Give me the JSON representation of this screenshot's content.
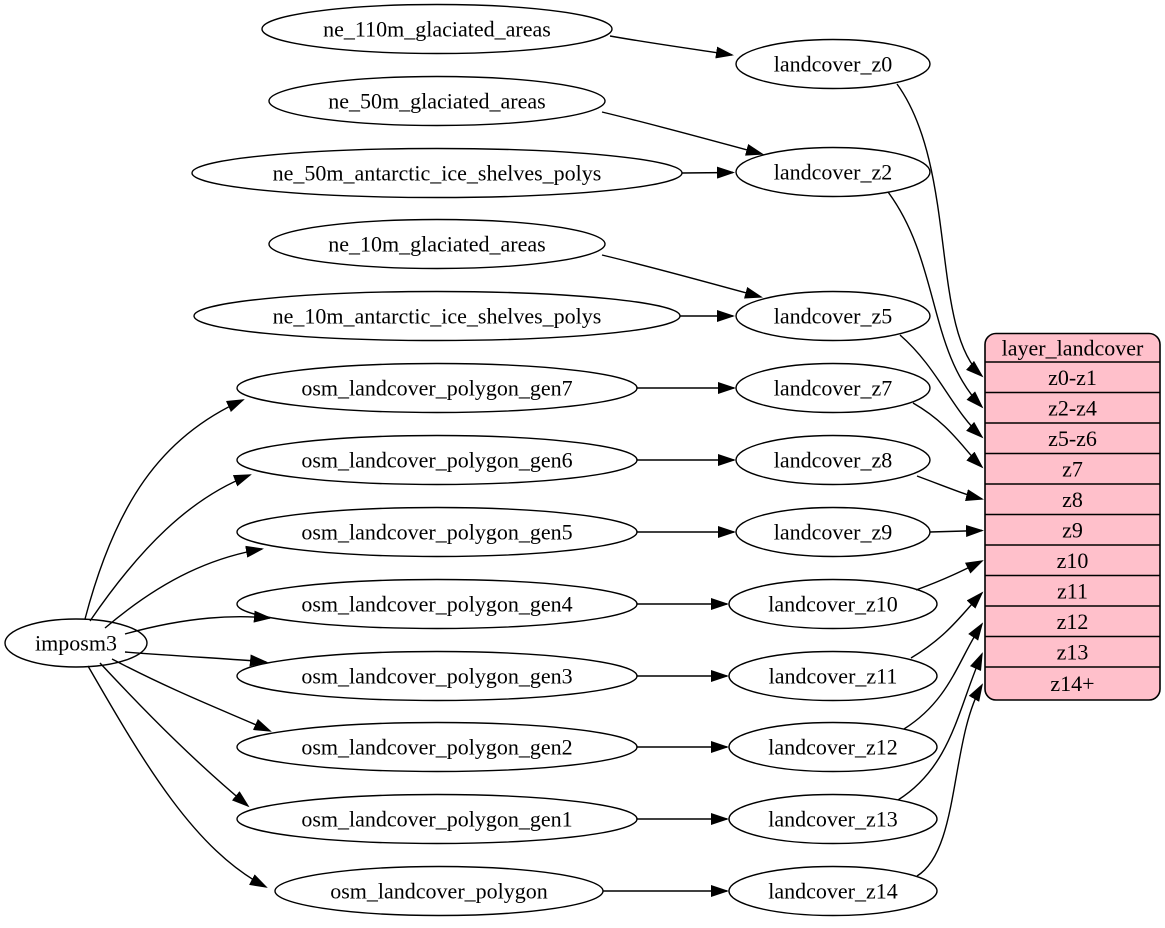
{
  "colors": {
    "background": "#ffffff",
    "node_fill": "#ffffff",
    "edge_stroke": "#000000",
    "table_fill": "#ffc0cb"
  },
  "nodes": {
    "tool": "imposm3",
    "sources": [
      "ne_110m_glaciated_areas",
      "ne_50m_glaciated_areas",
      "ne_50m_antarctic_ice_shelves_polys",
      "ne_10m_glaciated_areas",
      "ne_10m_antarctic_ice_shelves_polys",
      "osm_landcover_polygon_gen7",
      "osm_landcover_polygon_gen6",
      "osm_landcover_polygon_gen5",
      "osm_landcover_polygon_gen4",
      "osm_landcover_polygon_gen3",
      "osm_landcover_polygon_gen2",
      "osm_landcover_polygon_gen1",
      "osm_landcover_polygon"
    ],
    "intermediates": [
      "landcover_z0",
      "landcover_z2",
      "landcover_z5",
      "landcover_z7",
      "landcover_z8",
      "landcover_z9",
      "landcover_z10",
      "landcover_z11",
      "landcover_z12",
      "landcover_z13",
      "landcover_z14"
    ],
    "table": {
      "title": "layer_landcover",
      "rows": [
        "z0-z1",
        "z2-z4",
        "z5-z6",
        "z7",
        "z8",
        "z9",
        "z10",
        "z11",
        "z12",
        "z13",
        "z14+"
      ]
    }
  },
  "edges": [
    [
      "ne_110m_glaciated_areas",
      "landcover_z0"
    ],
    [
      "ne_50m_glaciated_areas",
      "landcover_z2"
    ],
    [
      "ne_50m_antarctic_ice_shelves_polys",
      "landcover_z2"
    ],
    [
      "ne_10m_glaciated_areas",
      "landcover_z5"
    ],
    [
      "ne_10m_antarctic_ice_shelves_polys",
      "landcover_z5"
    ],
    [
      "imposm3",
      "osm_landcover_polygon_gen7"
    ],
    [
      "imposm3",
      "osm_landcover_polygon_gen6"
    ],
    [
      "imposm3",
      "osm_landcover_polygon_gen5"
    ],
    [
      "imposm3",
      "osm_landcover_polygon_gen4"
    ],
    [
      "imposm3",
      "osm_landcover_polygon_gen3"
    ],
    [
      "imposm3",
      "osm_landcover_polygon_gen2"
    ],
    [
      "imposm3",
      "osm_landcover_polygon_gen1"
    ],
    [
      "imposm3",
      "osm_landcover_polygon"
    ],
    [
      "osm_landcover_polygon_gen7",
      "landcover_z7"
    ],
    [
      "osm_landcover_polygon_gen6",
      "landcover_z8"
    ],
    [
      "osm_landcover_polygon_gen5",
      "landcover_z9"
    ],
    [
      "osm_landcover_polygon_gen4",
      "landcover_z10"
    ],
    [
      "osm_landcover_polygon_gen3",
      "landcover_z11"
    ],
    [
      "osm_landcover_polygon_gen2",
      "landcover_z12"
    ],
    [
      "osm_landcover_polygon_gen1",
      "landcover_z13"
    ],
    [
      "osm_landcover_polygon",
      "landcover_z14"
    ],
    [
      "landcover_z0",
      "layer_landcover:z0-z1"
    ],
    [
      "landcover_z2",
      "layer_landcover:z2-z4"
    ],
    [
      "landcover_z5",
      "layer_landcover:z5-z6"
    ],
    [
      "landcover_z7",
      "layer_landcover:z7"
    ],
    [
      "landcover_z8",
      "layer_landcover:z8"
    ],
    [
      "landcover_z9",
      "layer_landcover:z9"
    ],
    [
      "landcover_z10",
      "layer_landcover:z10"
    ],
    [
      "landcover_z11",
      "layer_landcover:z11"
    ],
    [
      "landcover_z12",
      "layer_landcover:z12"
    ],
    [
      "landcover_z13",
      "layer_landcover:z13"
    ],
    [
      "landcover_z14",
      "layer_landcover:z14+"
    ]
  ]
}
